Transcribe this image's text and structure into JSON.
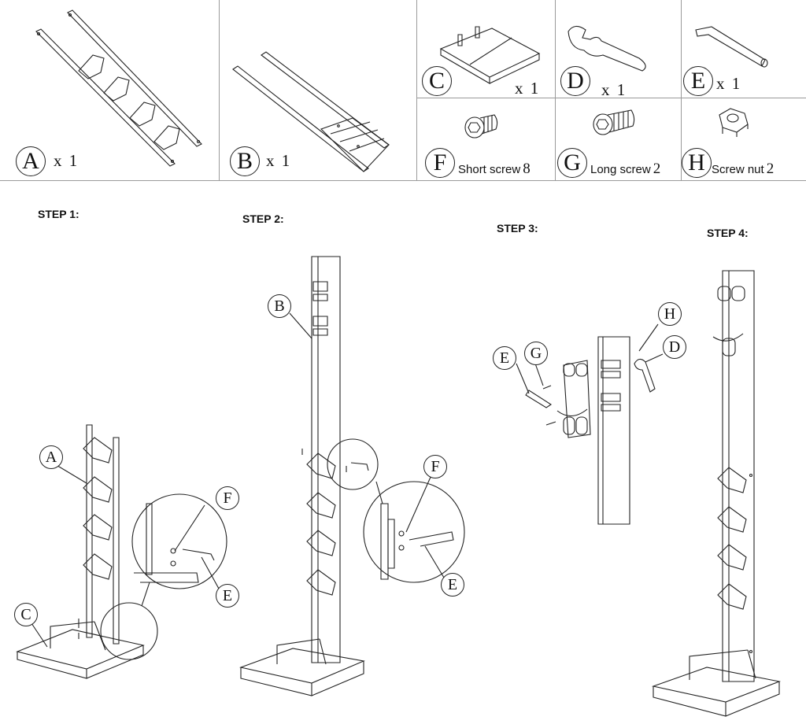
{
  "parts": [
    {
      "id": "A",
      "qty": "x 1",
      "name": "",
      "count": ""
    },
    {
      "id": "B",
      "qty": "x 1",
      "name": "",
      "count": ""
    },
    {
      "id": "C",
      "qty": "x 1",
      "name": "",
      "count": ""
    },
    {
      "id": "D",
      "qty": "x 1",
      "name": "",
      "count": ""
    },
    {
      "id": "E",
      "qty": "x 1",
      "name": "",
      "count": ""
    },
    {
      "id": "F",
      "qty": "",
      "name": "Short screw",
      "count": "8"
    },
    {
      "id": "G",
      "qty": "",
      "name": "Long screw",
      "count": "2"
    },
    {
      "id": "H",
      "qty": "",
      "name": "Screw nut",
      "count": "2"
    }
  ],
  "steps": [
    {
      "label": "STEP 1:",
      "callouts": [
        "A",
        "C",
        "F",
        "E"
      ]
    },
    {
      "label": "STEP 2:",
      "callouts": [
        "B",
        "F",
        "E"
      ]
    },
    {
      "label": "STEP 3:",
      "callouts": [
        "E",
        "G",
        "H",
        "D"
      ]
    },
    {
      "label": "STEP 4:",
      "callouts": []
    }
  ],
  "colors": {
    "line": "#222222",
    "grid": "#9a9a9a",
    "background": "#ffffff"
  }
}
